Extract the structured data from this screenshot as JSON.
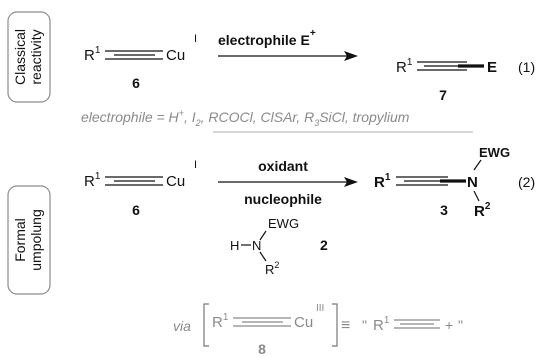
{
  "side_labels": {
    "classical_line1": "Classical",
    "classical_line2": "reactivity",
    "formal_line1": "Formal",
    "formal_line2": "umpolung"
  },
  "reaction1": {
    "reactant": {
      "r_group": "R",
      "r_sup": "1",
      "metal": "Cu",
      "ox": "I",
      "number": "6"
    },
    "reagent_label": "electrophile E",
    "reagent_sup": "+",
    "product": {
      "r_group": "R",
      "r_sup": "1",
      "end": "E",
      "number": "7"
    },
    "eq_number": "(1)",
    "note_prefix": "electrophile = H",
    "note_sup": "+",
    "note_i": ", I",
    "note_i_sub": "2",
    "note_mid": ", RCOCl, ClSAr, R",
    "note_r_sub": "3",
    "note_end": "SiCl, tropylium"
  },
  "reaction2": {
    "reactant": {
      "r_group": "R",
      "r_sup": "1",
      "metal": "Cu",
      "ox": "I",
      "number": "6"
    },
    "reagent_top": "oxidant",
    "reagent_bottom": "nucleophile",
    "nucleophile": {
      "h": "H",
      "n": "N",
      "ewg": "EWG",
      "r_group": "R",
      "r_sup": "2",
      "number": "2"
    },
    "product": {
      "r_group": "R",
      "r_sup": "1",
      "n": "N",
      "ewg": "EWG",
      "r2_group": "R",
      "r2_sup": "2",
      "number": "3"
    },
    "eq_number": "(2)"
  },
  "intermediate": {
    "via": "via",
    "r_group": "R",
    "r_sup": "1",
    "metal": "Cu",
    "ox": "III",
    "number": "8",
    "equiv": "≡",
    "quote_open": "\"",
    "cation_r": "R",
    "cation_r_sup": "1",
    "plus": "+",
    "quote_close": "\""
  },
  "colors": {
    "text": "#111111",
    "note_grey": "#8a8a8a",
    "box_border": "#8c8c8c",
    "divider": "#bdbdbd"
  }
}
